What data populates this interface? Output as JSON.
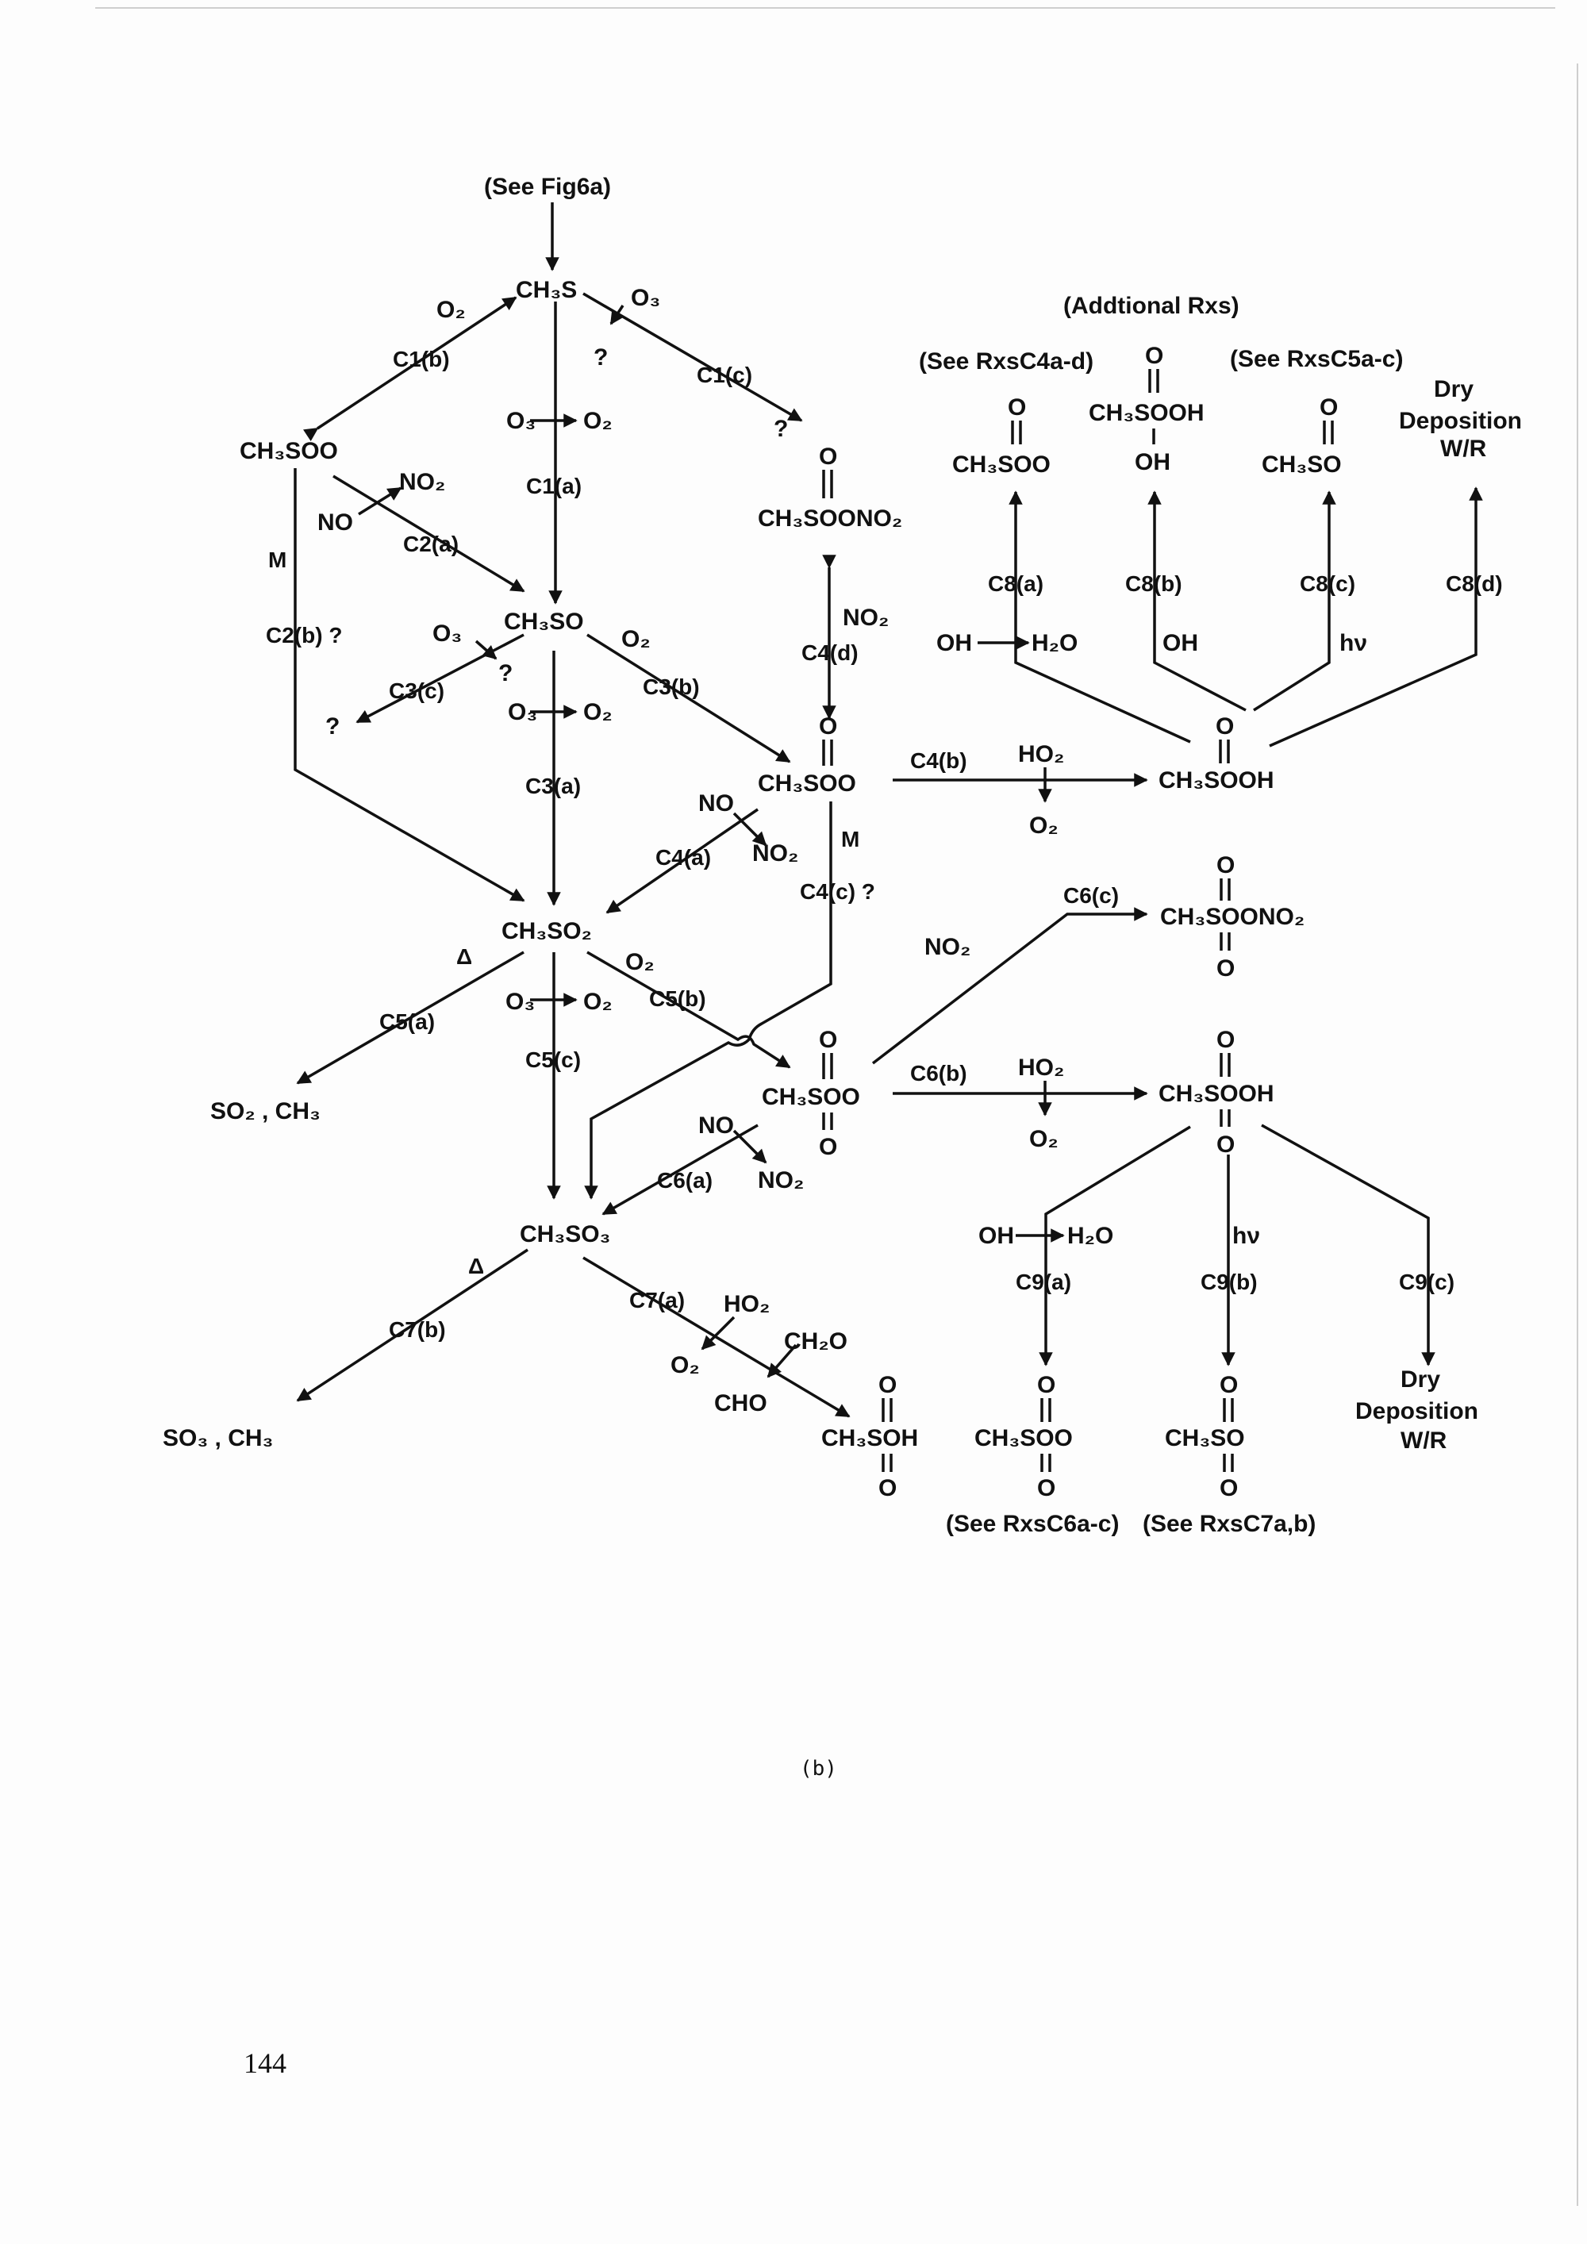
{
  "diagram": {
    "source_ref": "(See Fig6a)",
    "additional_rxs": "(Addtional Rxs)",
    "see_c4": "(See RxsC4a-d)",
    "see_c5": "(See RxsC5a-c)",
    "see_c6": "(See RxsC6a-c)",
    "see_c7": "(See RxsC7a,b)",
    "dry_dep": "Dry",
    "dry_dep2": "Deposition",
    "dry_dep3": "W/R",
    "species": {
      "ch3s": "CH₃S",
      "ch3soo": "CH₃SOO",
      "ch3so": "CH₃SO",
      "ch3so2_oono2": "CH₃SOONO₂",
      "ch3so2_oo": "CH₃SOO",
      "ch3so2_ooh": "CH₃SOOH",
      "ch3so2": "CH₃SO₂",
      "ch3so3": "CH₃SO₃",
      "so2_ch3": "SO₂ , CH₃",
      "so3_ch3": "SO₃ , CH₃",
      "ch3so3_oono2": "CH₃SOONO₂",
      "ch3so3_oo": "CH₃SOO",
      "ch3so3_ooh": "CH₃SOOH",
      "msa": "CH₃SOH",
      "top_ch3soo": "CH₃SOO",
      "top_ch3sooh": "CH₃SOOH",
      "top_oh": "OH",
      "top_ch3so": "CH₃SO",
      "bot_ch3soo": "CH₃SOO",
      "bot_ch3so": "CH₃SO"
    },
    "reactions": {
      "c1a": "C1(a)",
      "c1b": "C1(b)",
      "c1c": "C1(c)",
      "c2a": "C2(a)",
      "c2b": "C2(b) ?",
      "c3a": "C3(a)",
      "c3b": "C3(b)",
      "c3c": "C3(c)",
      "c4a": "C4(a)",
      "c4b": "C4(b)",
      "c4c": "C4(c) ?",
      "c4d": "C4(d)",
      "c5a": "C5(a)",
      "c5b": "C5(b)",
      "c5c": "C5(c)",
      "c6a": "C6(a)",
      "c6b": "C6(b)",
      "c6c": "C6(c)",
      "c7a": "C7(a)",
      "c7b": "C7(b)",
      "c8a": "C8(a)",
      "c8b": "C8(b)",
      "c8c": "C8(c)",
      "c8d": "C8(d)",
      "c9a": "C9(a)",
      "c9b": "C9(b)",
      "c9c": "C9(c)"
    },
    "reagents": {
      "o2": "O₂",
      "o3": "O₃",
      "q": "?",
      "no": "NO",
      "no2": "NO₂",
      "m": "M",
      "ho2": "HO₂",
      "oh": "OH",
      "h2o": "H₂O",
      "hv": "hν",
      "delta": "Δ",
      "ch2o": "CH₂O",
      "cho": "CHO",
      "o": "O"
    },
    "caption": "(b)",
    "page_number": "144"
  }
}
